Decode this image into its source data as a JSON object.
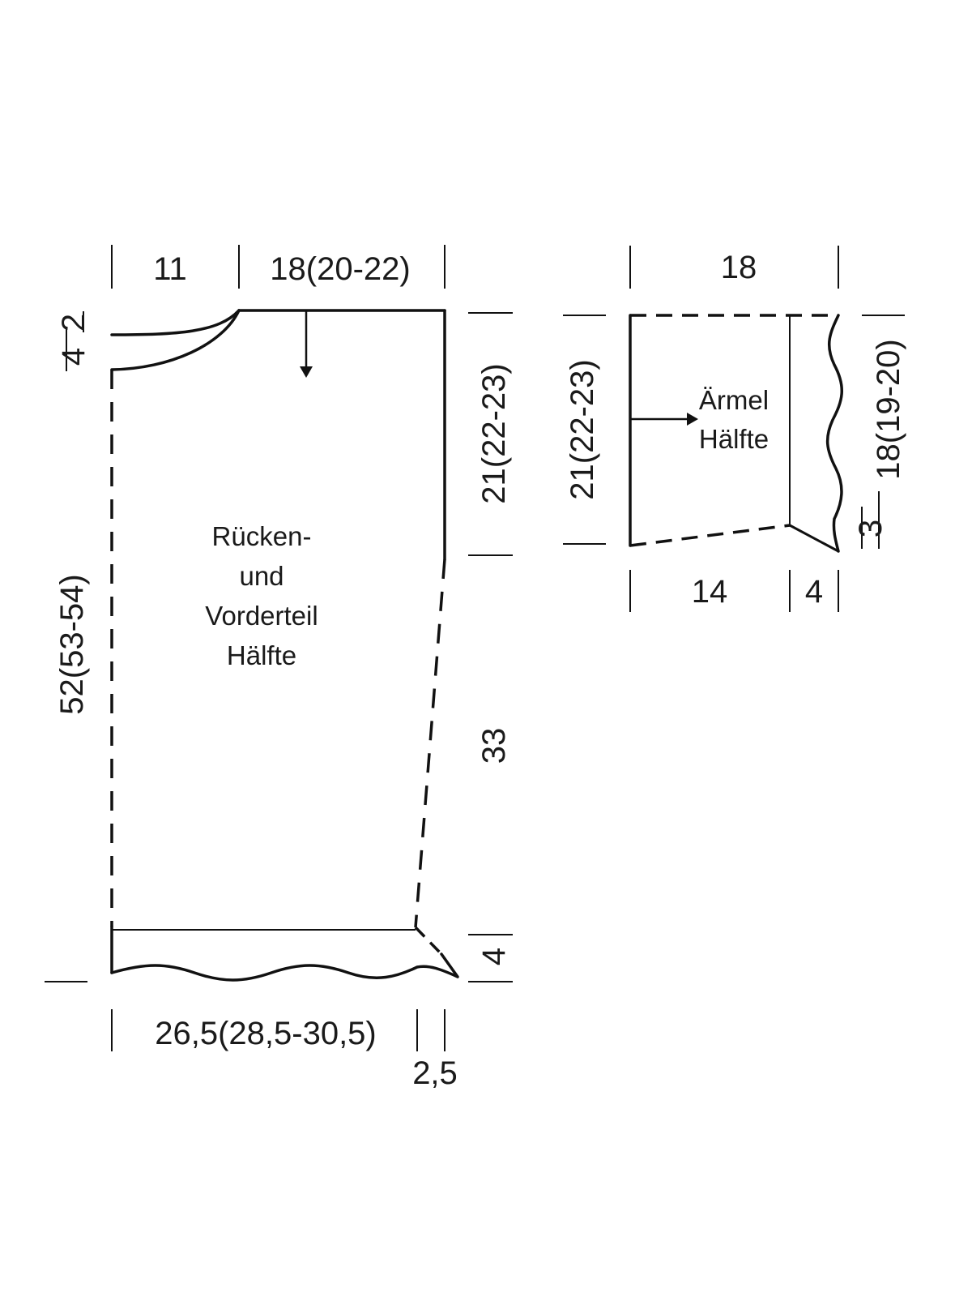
{
  "body_piece": {
    "label_lines": [
      "Rücken-",
      "und",
      "Vorderteil",
      "Hälfte"
    ],
    "dimensions": {
      "shoulder_width": "11",
      "neck_width": "18(20-22)",
      "neck_depth_back": "2",
      "neck_depth_front": "4",
      "armhole_height": "21(22-23)",
      "side_length": "33",
      "hem_height": "4",
      "total_length": "52(53-54)",
      "bottom_width": "26,5(28,5-30,5)",
      "hem_flare": "2,5"
    }
  },
  "sleeve_piece": {
    "label_lines": [
      "Ärmel",
      "Hälfte"
    ],
    "dimensions": {
      "top_width": "18",
      "height": "21(22-23)",
      "cuff_length": "18(19-20)",
      "cuff_offset": "3",
      "bottom_width": "14",
      "cuff_width": "4"
    }
  }
}
